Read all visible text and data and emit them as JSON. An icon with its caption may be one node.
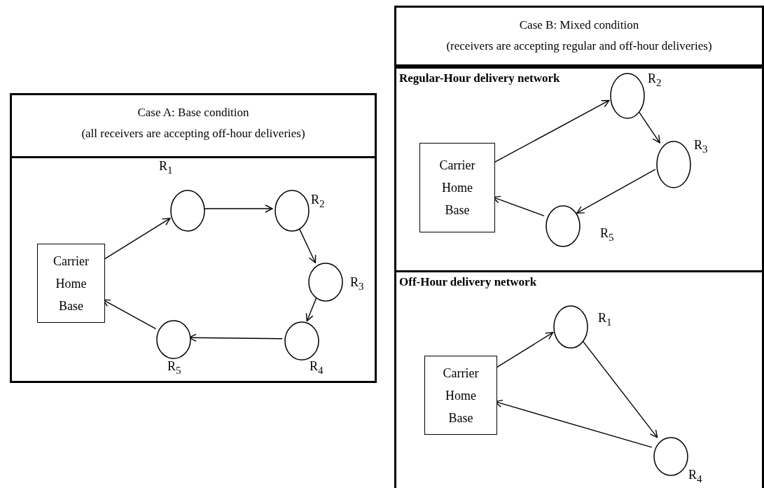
{
  "diagram": {
    "nodes": [
      {
        "text": [
          "Case A: Base condition",
          "(all receivers are accepting off-hour deliveries)"
        ]
      },
      {
        "text": [
          "Carrier Home Base"
        ],
        "in": 0
      },
      {
        "text": [],
        "shape": "circle",
        "in": 0,
        "beside": [
          "R$_{1}$"
        ]
      },
      {
        "text": [],
        "shape": "circle",
        "in": 0,
        "beside": [
          "R$_{2}$"
        ]
      },
      {
        "text": [],
        "shape": "circle",
        "in": 0,
        "beside": [
          "R$_{3}$"
        ]
      },
      {
        "text": [],
        "shape": "circle",
        "in": 0,
        "beside": [
          "R$_{4}$"
        ]
      },
      {
        "text": [],
        "shape": "circle",
        "in": 0,
        "beside": [
          "R$_{5}$"
        ]
      },
      {
        "text": [
          "Case B: Mixed condition",
          "(receivers are accepting regular and off-hour deliveries)"
        ]
      },
      {
        "text": [
          "Regular-Hour delivery network"
        ],
        "in": 7
      },
      {
        "text": [
          "Carrier Home Base"
        ],
        "in": 8
      },
      {
        "text": [],
        "shape": "circle",
        "in": 8,
        "beside": [
          "R$_{2}$"
        ]
      },
      {
        "text": [],
        "shape": "circle",
        "in": 8,
        "beside": [
          "R$_{3}$"
        ]
      },
      {
        "text": [],
        "shape": "circle",
        "in": 8,
        "beside": [
          "R$_{5}$"
        ]
      },
      {
        "text": [
          "Off-Hour delivery network"
        ],
        "in": 7
      },
      {
        "text": [
          "Carrier Home Base"
        ],
        "in": 13
      },
      {
        "text": [],
        "shape": "circle",
        "in": 13,
        "beside": [
          "R$_{1}$"
        ]
      },
      {
        "text": [],
        "shape": "circle",
        "in": 13,
        "beside": [
          "R$_{4}$"
        ]
      }
    ],
    "edges": [
      {
        "from": 1,
        "to": 2,
        "arrow": "to"
      },
      {
        "from": 2,
        "to": 3,
        "arrow": "to"
      },
      {
        "from": 3,
        "to": 4,
        "arrow": "to"
      },
      {
        "from": 4,
        "to": 5,
        "arrow": "to"
      },
      {
        "from": 5,
        "to": 6,
        "arrow": "to"
      },
      {
        "from": 6,
        "to": 1,
        "arrow": "to"
      },
      {
        "from": 9,
        "to": 10,
        "arrow": "to"
      },
      {
        "from": 10,
        "to": 11,
        "arrow": "to"
      },
      {
        "from": 11,
        "to": 12,
        "arrow": "to"
      },
      {
        "from": 12,
        "to": 9,
        "arrow": "to"
      },
      {
        "from": 14,
        "to": 15,
        "arrow": "to"
      },
      {
        "from": 15,
        "to": 16,
        "arrow": "to"
      },
      {
        "from": 16,
        "to": 14,
        "arrow": "to"
      }
    ]
  }
}
